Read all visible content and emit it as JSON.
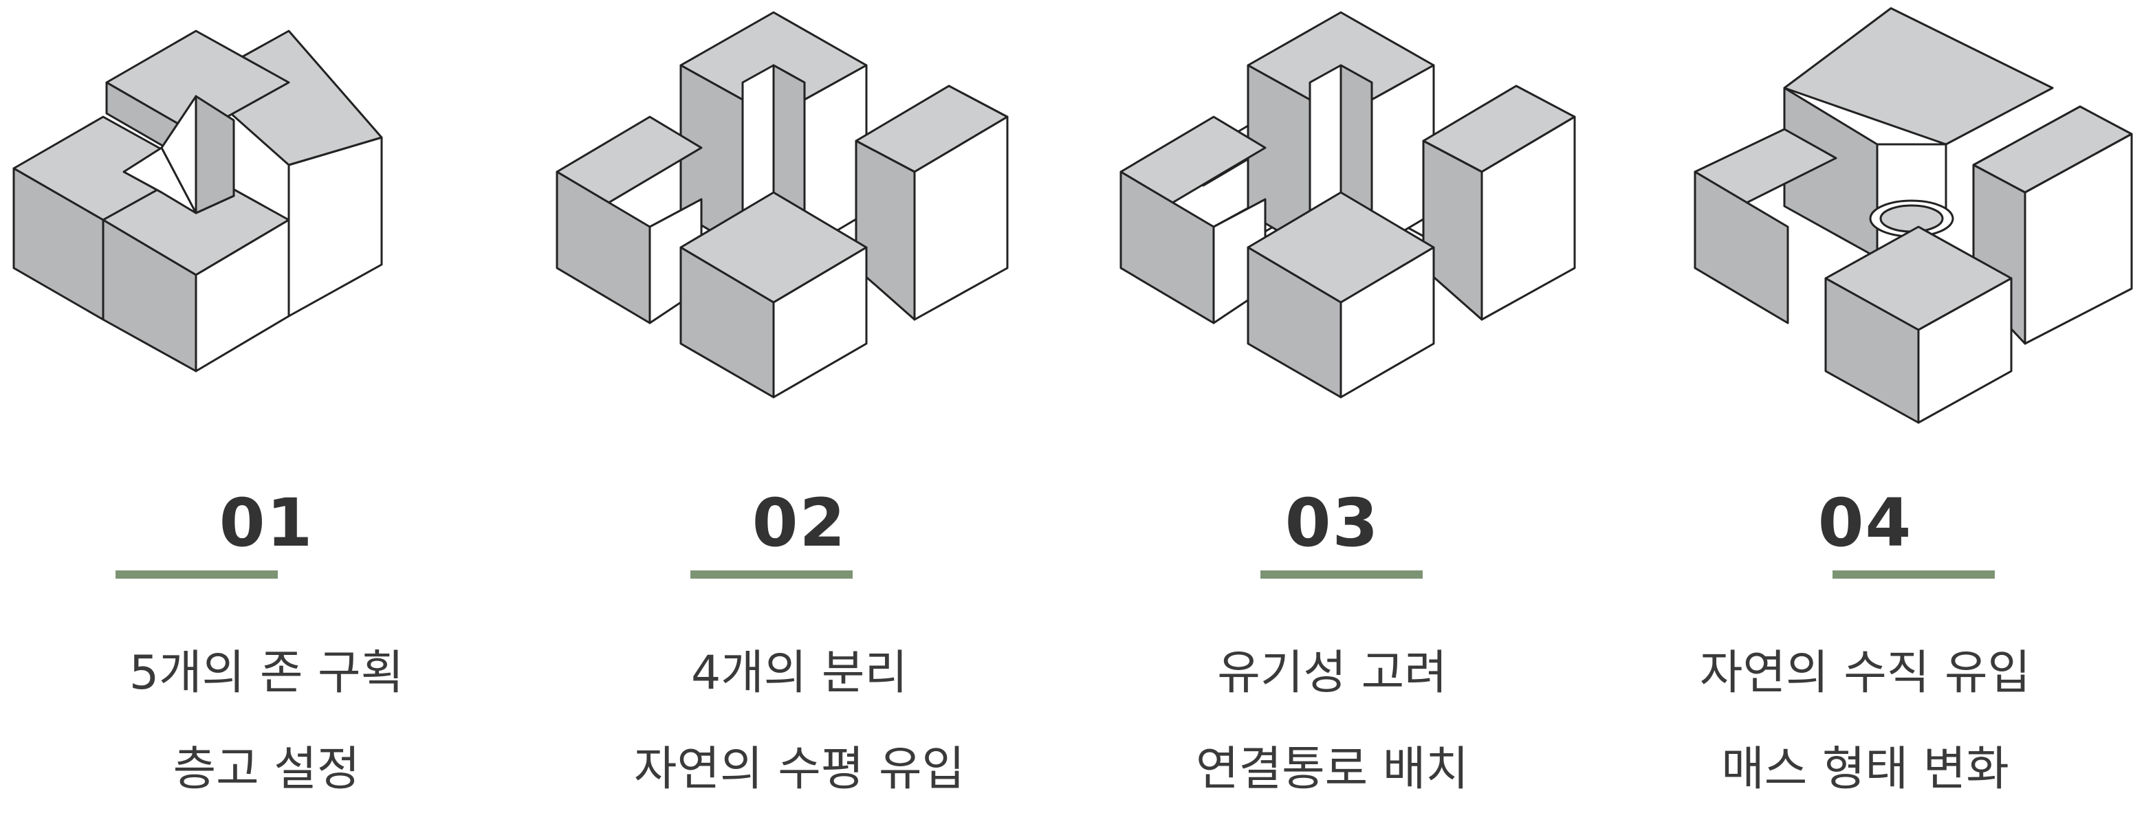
{
  "colors": {
    "accent": "#7d9474",
    "top_face": "#cdcecf",
    "side_face": "#b6b7b9",
    "front_face": "#ffffff",
    "stroke": "#222222",
    "text": "#333333"
  },
  "steps": [
    {
      "number": "01",
      "line1": "5개의 존 구획",
      "line2": "층고 설정"
    },
    {
      "number": "02",
      "line1": "4개의 분리",
      "line2": "자연의 수평 유입"
    },
    {
      "number": "03",
      "line1": "유기성 고려",
      "line2": "연결통로 배치"
    },
    {
      "number": "04",
      "line1": "자연의 수직 유입",
      "line2": "매스 형태 변화"
    }
  ]
}
